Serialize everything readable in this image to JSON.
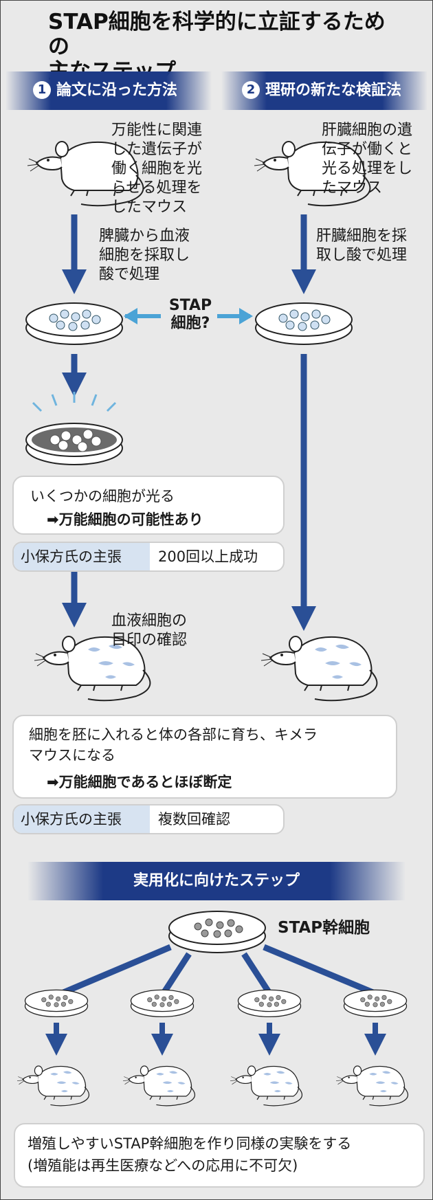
{
  "title": "STAP細胞を科学的に立証するための\n主なステップ",
  "left_band": {
    "number": "1",
    "label": "論文に沿った方法"
  },
  "right_band": {
    "number": "2",
    "label": "理研の新たな検証法"
  },
  "left_mouse_caption": "万能性に関連\nした遺伝子が\n働く細胞を光\nらせる処理を\nしたマウス",
  "right_mouse_caption": "肝臓細胞の遺\n伝子が働くと\n光る処理をし\nたマウス",
  "left_step_caption": "脾臓から血液\n細胞を採取し\n酸で処理",
  "right_step_caption": "肝臓細胞を採\n取し酸で処理",
  "center_label": "STAP\n細胞?",
  "glow_box": {
    "line1": "いくつかの細胞が光る",
    "line2": "➡万能細胞の可能性あり"
  },
  "claim1": {
    "label": "小保方氏の主張",
    "value": "200回以上成功"
  },
  "marker_caption": "血液細胞の\n目印の確認",
  "chimera_box": {
    "line1": "細胞を胚に入れると体の各部に育ち、キメラ\nマウスになる",
    "line2": "➡万能細胞であるとほぼ断定"
  },
  "claim2": {
    "label": "小保方氏の主張",
    "value": "複数回確認"
  },
  "bottom_band": "実用化に向けたステップ",
  "stem_label": "STAP幹細胞",
  "final_box": "増殖しやすいSTAP幹細胞を作り同様の実験をする\n(増殖能は再生医療などへの応用に不可欠)",
  "colors": {
    "arrow": "#2a4f96",
    "band": "#1d3a86",
    "light_arrow": "#4ba3d6",
    "claim_label_bg": "#d7e3f1"
  }
}
